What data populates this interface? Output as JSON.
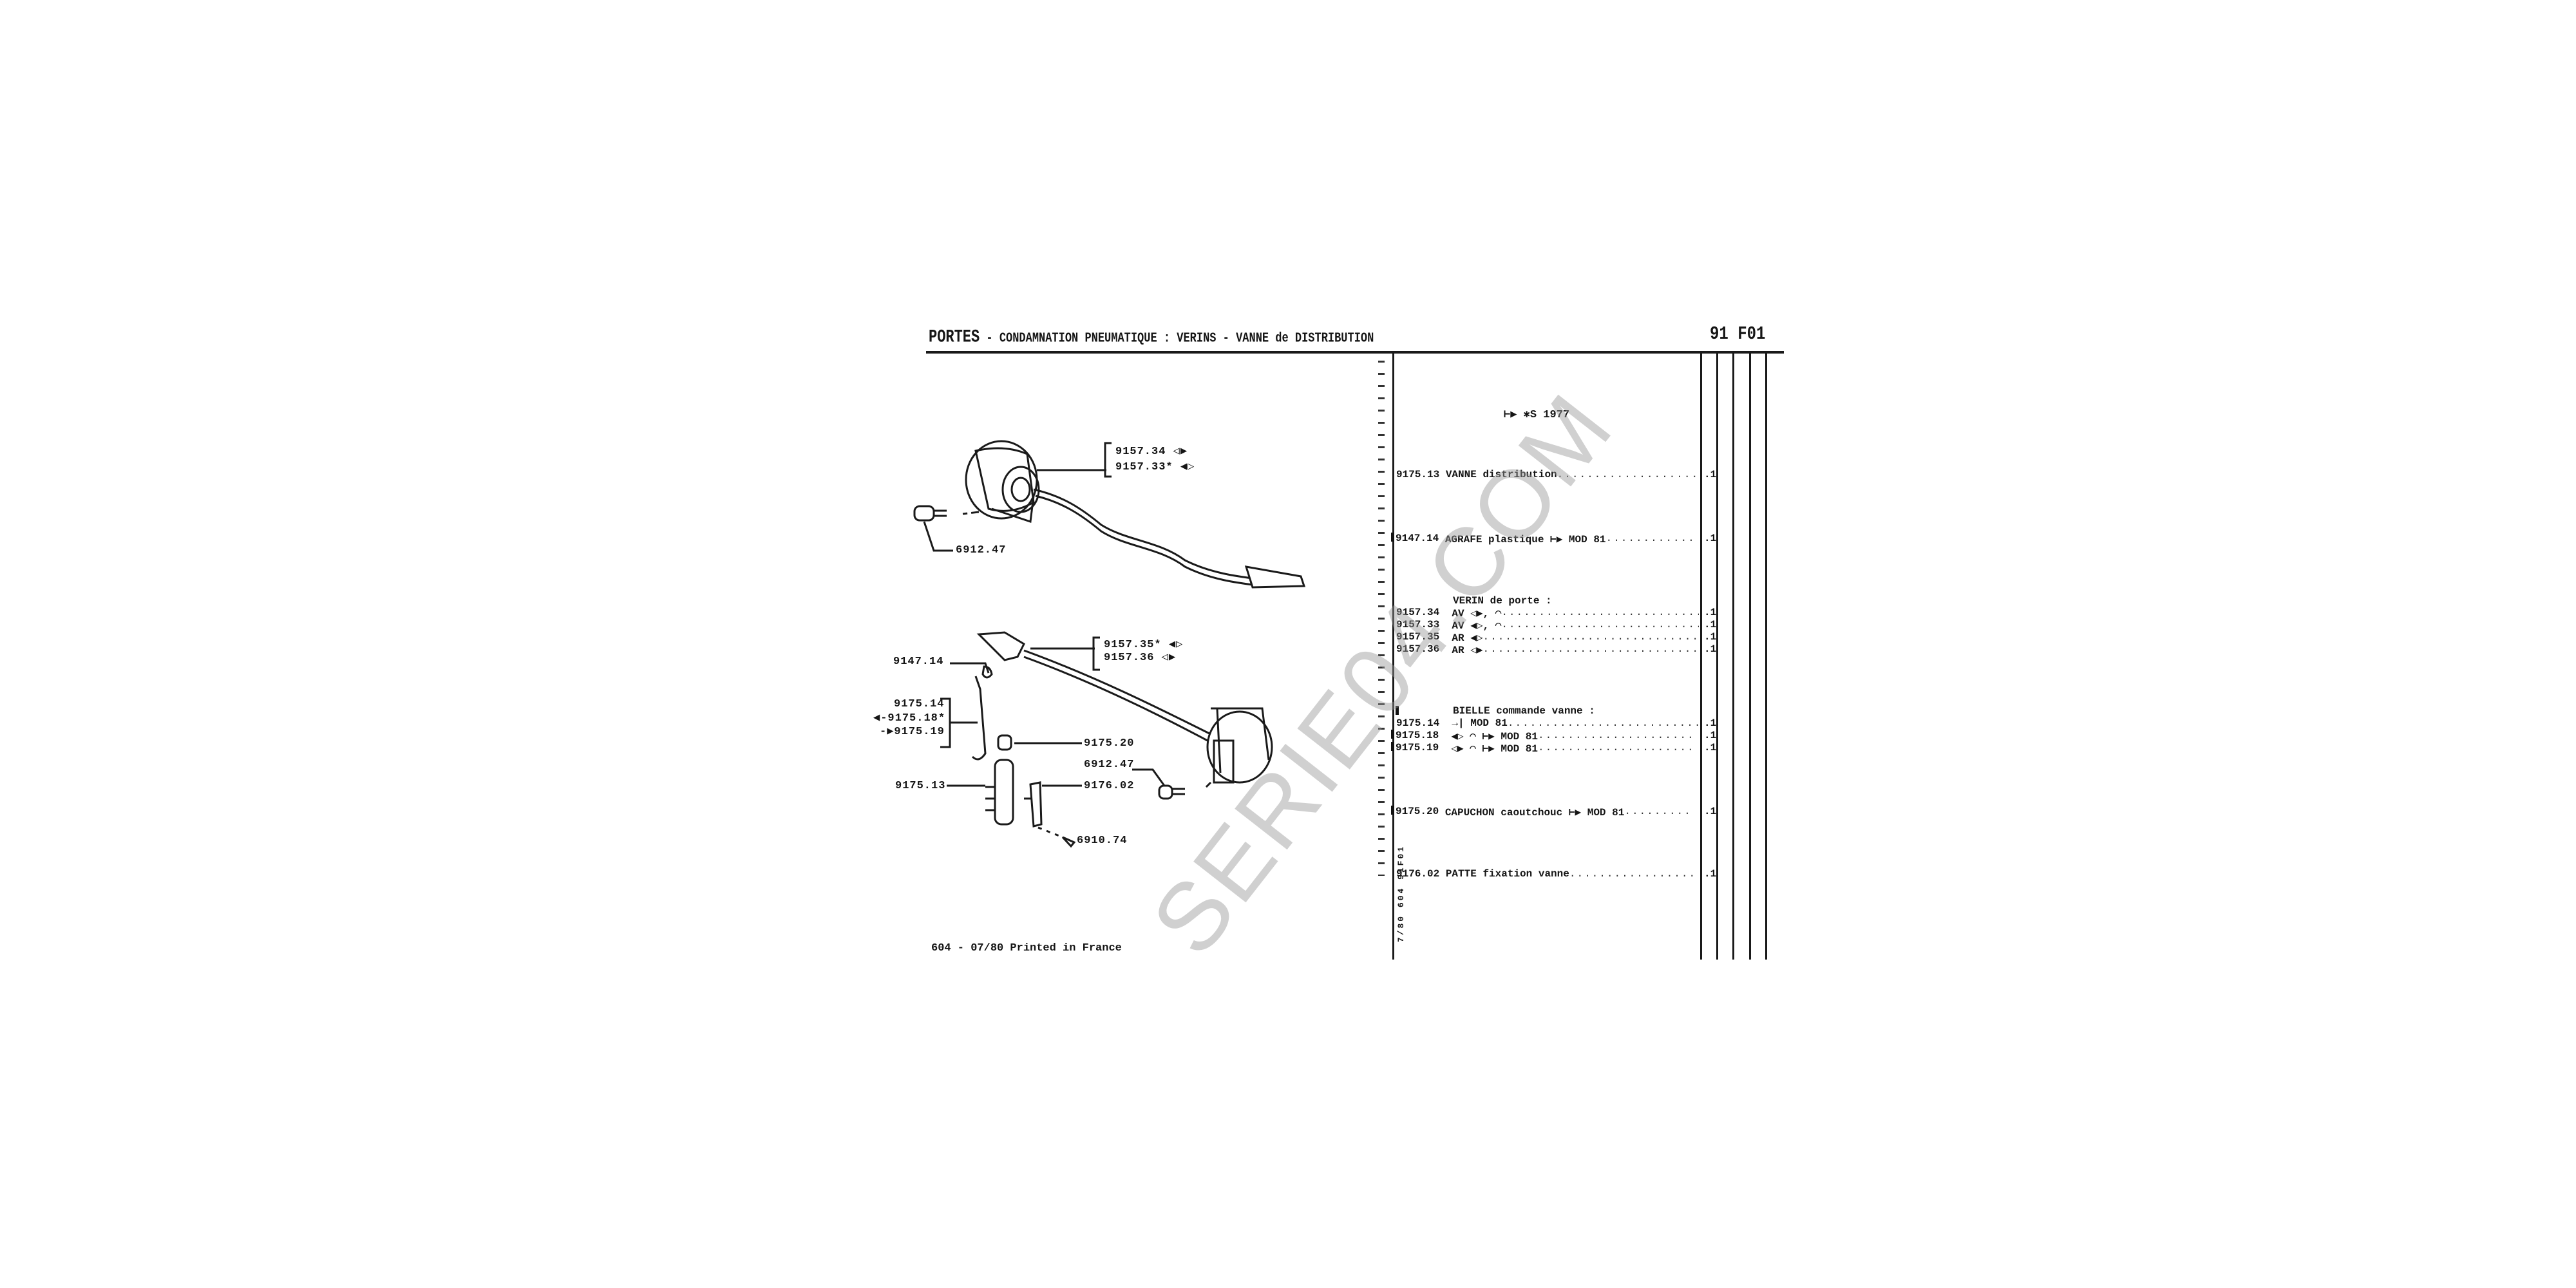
{
  "header": {
    "title_main": "PORTES",
    "title_rest": " - CONDAMNATION PNEUMATIQUE : VERINS - VANNE de DISTRIBUTION",
    "page_code": "91 F01"
  },
  "applicability": "⊢▶ ✱S 1977",
  "items": [
    {
      "code": "9175.13",
      "desc": "VANNE distribution",
      "qty": ".1",
      "marked": false
    },
    {
      "code": "9147.14",
      "desc": "AGRAFE plastique ⊢▶ MOD 81",
      "qty": ".1",
      "marked": true
    }
  ],
  "verin": {
    "heading": "VERIN de porte :",
    "rows": [
      {
        "code": "9157.34",
        "desc": "AV ◁▶, ◠",
        "qty": ".1"
      },
      {
        "code": "9157.33",
        "desc": "AV ◀▷, ◠",
        "qty": ".1"
      },
      {
        "code": "9157.35",
        "desc": "AR ◀▷",
        "qty": ".1"
      },
      {
        "code": "9157.36",
        "desc": "AR ◁▶",
        "qty": ".1"
      }
    ]
  },
  "bielle": {
    "heading": "BIELLE commande vanne :",
    "rows": [
      {
        "code": "9175.14",
        "desc": "→| MOD 81",
        "qty": ".1",
        "marked": false
      },
      {
        "code": "9175.18",
        "desc": "◀▷ ◠ ⊢▶ MOD 81",
        "qty": ".1",
        "marked": true
      },
      {
        "code": "9175.19",
        "desc": "◁▶ ◠ ⊢▶ MOD 81",
        "qty": ".1",
        "marked": true
      }
    ]
  },
  "items2": [
    {
      "code": "9175.20",
      "desc": "CAPUCHON caoutchouc ⊢▶ MOD 81",
      "qty": ".1",
      "marked": true
    },
    {
      "code": "9176.02",
      "desc": "PATTE fixation vanne",
      "qty": ".1",
      "marked": false
    }
  ],
  "diagram_labels": {
    "l1": "9157.34 ◁▶",
    "l2": "9157.33* ◀▷",
    "l3": "6912.47",
    "l4": "9157.35* ◀▷",
    "l5": "9157.36 ◁▶",
    "l6": "9147.14",
    "l7": "9175.14",
    "l8": "◀-9175.18*",
    "l9": "-▶9175.19",
    "l10": "9175.20",
    "l11": "6912.47",
    "l12": "9176.02",
    "l13": "9175.13",
    "l14": "6910.74"
  },
  "side_code": "7/80 604 91F01",
  "footer": "604 - 07/80 Printed in France",
  "watermark": "SERIE04.COM",
  "dots": "..................................................................."
}
